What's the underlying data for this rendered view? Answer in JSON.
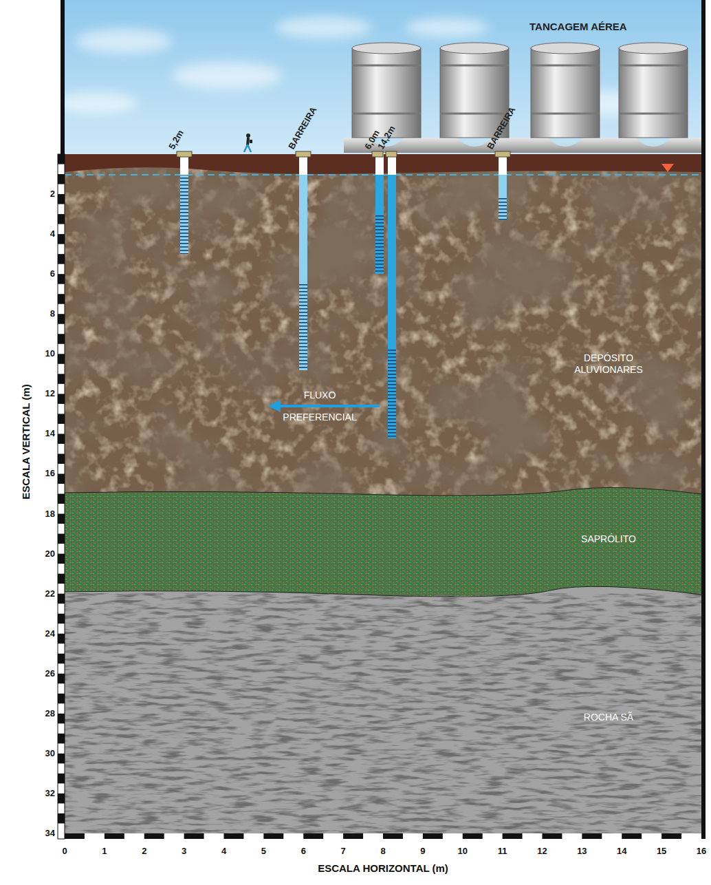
{
  "diagram": {
    "nodes": [
      {
        "text": [
          "DEPÓSITO ALUVIONARES"
        ]
      },
      {
        "text": [
          "SAPRÓLITO"
        ]
      },
      {
        "text": [
          "ROCHA SÃ"
        ]
      }
    ],
    "labels": [
      "TANCAGEM AÉREA",
      "5,2m",
      "BARREIRA",
      "6,0m",
      "14,2m",
      "BARREIRA",
      "FLUXO PREFERENCIAL",
      "ESCALA VERTICAL (m)",
      "ESCALA HORIZONTAL (m)",
      "2",
      "4",
      "6",
      "8",
      "10",
      "12",
      "14",
      "16",
      "18",
      "20",
      "22",
      "24",
      "26",
      "28",
      "30",
      "32",
      "34",
      "0",
      "1",
      "2",
      "3",
      "4",
      "5",
      "6",
      "7",
      "8",
      "9",
      "10",
      "11",
      "12",
      "13",
      "14",
      "15",
      "16"
    ]
  }
}
